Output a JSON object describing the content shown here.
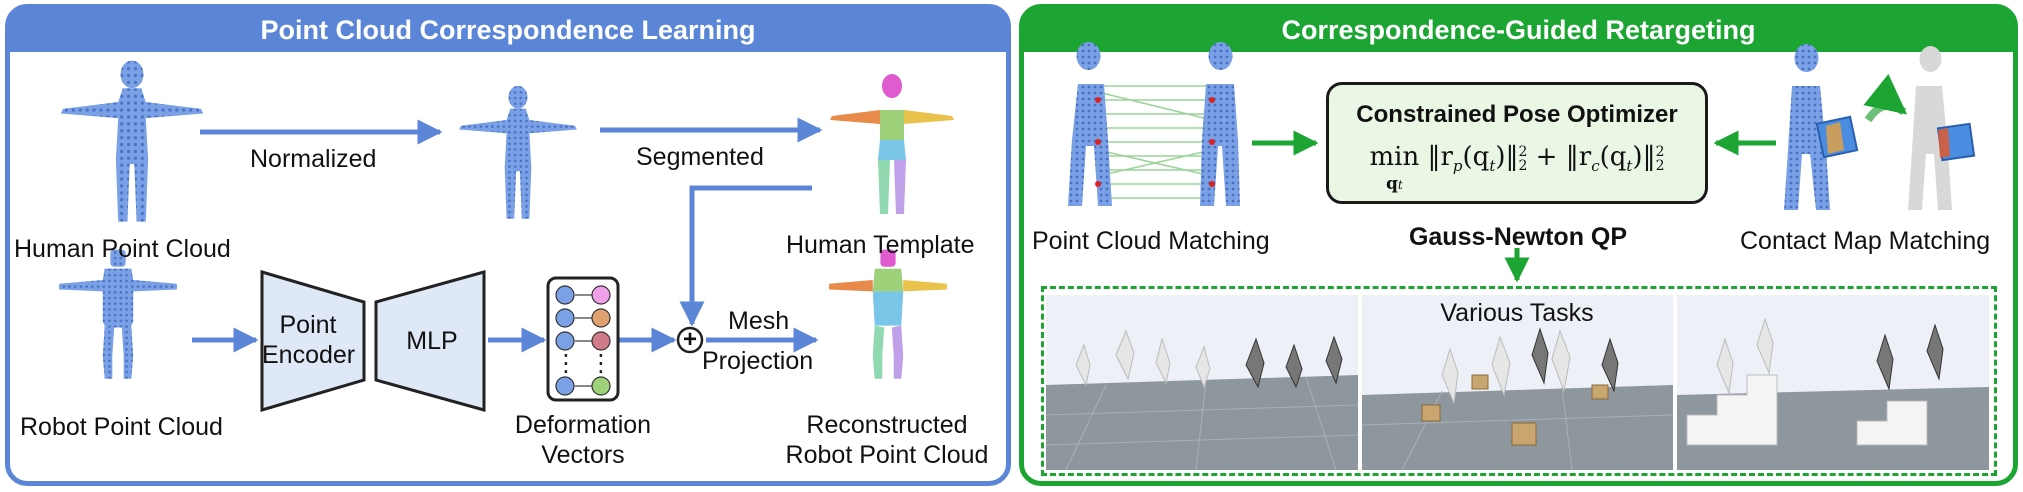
{
  "left_panel": {
    "title": "Point Cloud Correspondence Learning",
    "labels": {
      "human_point_cloud": "Human Point Cloud",
      "normalized": "Normalized",
      "segmented": "Segmented",
      "human_template": "Human Template",
      "robot_point_cloud": "Robot Point Cloud",
      "point_encoder_line1": "Point",
      "point_encoder_line2": "Encoder",
      "mlp": "MLP",
      "deformation_line1": "Deformation",
      "deformation_line2": "Vectors",
      "mesh": "Mesh",
      "projection": "Projection",
      "reconstructed_line1": "Reconstructed",
      "reconstructed_line2": "Robot Point Cloud"
    },
    "plus_symbol": "+",
    "ellipsis": "⋮"
  },
  "right_panel": {
    "title": "Correspondence-Guided Retargeting",
    "optimizer_title": "Constrained Pose Optimizer",
    "optimizer_equation": "min‖r_p(q_t)‖²₂ + ‖r_c(q_t)‖²₂",
    "optimizer_eq_parts": {
      "min": "min",
      "min_sub": "q",
      "min_sub_t": "t",
      "term1": "‖r",
      "term1_sub": "p",
      "term1_arg": "(q",
      "term1_arg_sub": "t",
      "term1_close": ")‖",
      "sup": "2",
      "sub": "2",
      "plus": " + ",
      "term2": "‖r",
      "term2_sub": "c",
      "term2_arg": "(q",
      "term2_arg_sub": "t",
      "term2_close": ")‖"
    },
    "point_cloud_matching": "Point Cloud Matching",
    "contact_map_matching": "Contact Map Matching",
    "solver": "Gauss-Newton QP",
    "various_tasks": "Various Tasks"
  },
  "colors": {
    "blue": "#5b85d6",
    "green": "#1ca533",
    "box_fill": "#dfe8f7",
    "opt_fill": "#e9f7e4"
  }
}
